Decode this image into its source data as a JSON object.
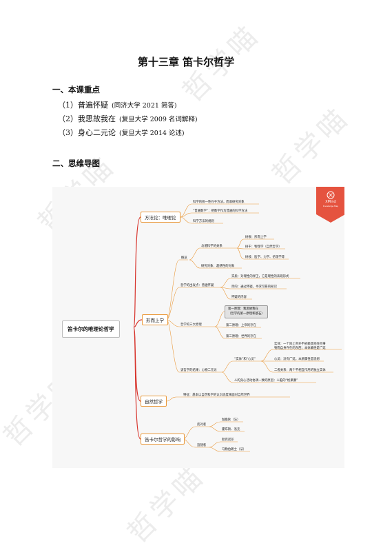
{
  "document": {
    "title": "第十三章 笛卡尔哲学",
    "section1": {
      "heading": "一、本课重点",
      "items": [
        {
          "text": "（1）普遍怀疑",
          "source": "(同济大学 2021 简答)"
        },
        {
          "text": "（2）我思故我在",
          "source": "(复旦大学 2009 名词解释)"
        },
        {
          "text": "（3）身心二元论",
          "source": "(复旦大学 2014 论述)"
        }
      ]
    },
    "section2": {
      "heading": "二、思维导图"
    },
    "watermark": "哲学喵"
  },
  "mindmap": {
    "root": "笛卡尔的唯理论哲学",
    "logo": {
      "name": "XMind",
      "sub": "Knowledge Map"
    },
    "method": {
      "label": "方法论：唯理论",
      "items": [
        "科学的统一性在于方法，而非研究对象",
        "“普遍数学”：把数学作为普遍的科学方法",
        "科学方法的规则"
      ]
    },
    "metaphysics": {
      "label": "形而上学",
      "overview": "概览",
      "relation": "与诸科学的关系",
      "tree": [
        "树根：形而上学",
        "树干：物理学（自然哲学）",
        "树枝：医学、力学、伦理学等"
      ],
      "object": "研究对象：超感性的对象",
      "start": "哲学的出发点：普遍怀疑",
      "start_items": [
        "实质：对理性的捍卫，它是理性的表现形式",
        "目的：通过怀疑，寻求可靠的知识",
        "怀疑的内容"
      ],
      "principle": "哲学的三大原理",
      "principle1": [
        "第一原理：我思故我在",
        "（哲学的第一原理和基石）"
      ],
      "principle2": "第二原理：上帝的存在",
      "principle3": "第三原理：世界的存在",
      "result": "该哲学的结果：心物二元论",
      "entity": "“实体”和“心灵”",
      "entity_items": [
        "实体：一个除上帝外不依赖其他任何事",
        "物而自身存在的东西；本体确性是广延",
        "心灵：没有广延，本质属性是思想",
        "二者关系：两个不相互作用的独立实体"
      ],
      "mindbody": "人的身心活动协调一致的原因：人脑的“松果腺”"
    },
    "nature": {
      "label": "自然哲学",
      "item": "特征：基本以自然科学的认识态度来面对自然世界"
    },
    "influence": {
      "label": "笛卡尔哲学的影响",
      "against": "反对者",
      "against_items": [
        "伽桑狄（法）",
        "霍布斯、洛克"
      ],
      "follow": "追随者",
      "follow_items": [
        "斯宾诺莎",
        "马勒伯朗士（法）"
      ]
    },
    "colors": {
      "orange": "#ea9a3c",
      "red": "#d7332b",
      "background": "#f7f7f7"
    }
  }
}
